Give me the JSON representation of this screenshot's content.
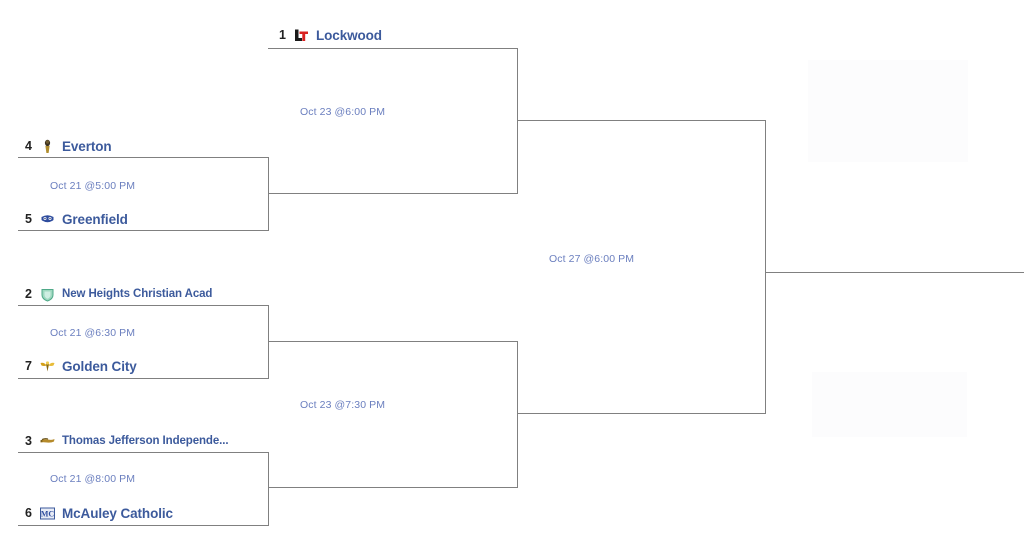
{
  "bracket": {
    "rounds": [
      {
        "name": "round-1",
        "games": [
          {
            "id": "r1g1",
            "time": "Oct 21 @5:00 PM",
            "teams": [
              {
                "seed": "4",
                "name": "Everton",
                "logo": "everton-logo"
              },
              {
                "seed": "5",
                "name": "Greenfield",
                "logo": "greenfield-logo"
              }
            ]
          },
          {
            "id": "r1g2",
            "time": "Oct 21 @6:30 PM",
            "teams": [
              {
                "seed": "2",
                "name": "New Heights Christian Acad",
                "logo": "new-heights-logo"
              },
              {
                "seed": "7",
                "name": "Golden City",
                "logo": "golden-city-logo"
              }
            ]
          },
          {
            "id": "r1g3",
            "time": "Oct 21 @8:00 PM",
            "teams": [
              {
                "seed": "3",
                "name": "Thomas Jefferson Independe...",
                "logo": "thomas-jefferson-logo"
              },
              {
                "seed": "6",
                "name": "McAuley Catholic",
                "logo": "mcauley-catholic-logo"
              }
            ]
          }
        ]
      },
      {
        "name": "round-2",
        "games": [
          {
            "id": "r2g1",
            "time": "Oct 23 @6:00 PM",
            "teams": [
              {
                "seed": "1",
                "name": "Lockwood",
                "logo": "lockwood-logo"
              }
            ]
          },
          {
            "id": "r2g2",
            "time": "Oct 23 @7:30 PM",
            "teams": []
          }
        ]
      },
      {
        "name": "round-3",
        "games": [
          {
            "id": "r3g1",
            "time": "Oct 27 @6:00 PM",
            "teams": []
          }
        ]
      }
    ]
  },
  "colors": {
    "team_name": "#3c5a9c",
    "seed": "#222222",
    "game_time": "#6b7fbf",
    "bracket_line": "#808080",
    "background": "#ffffff"
  }
}
